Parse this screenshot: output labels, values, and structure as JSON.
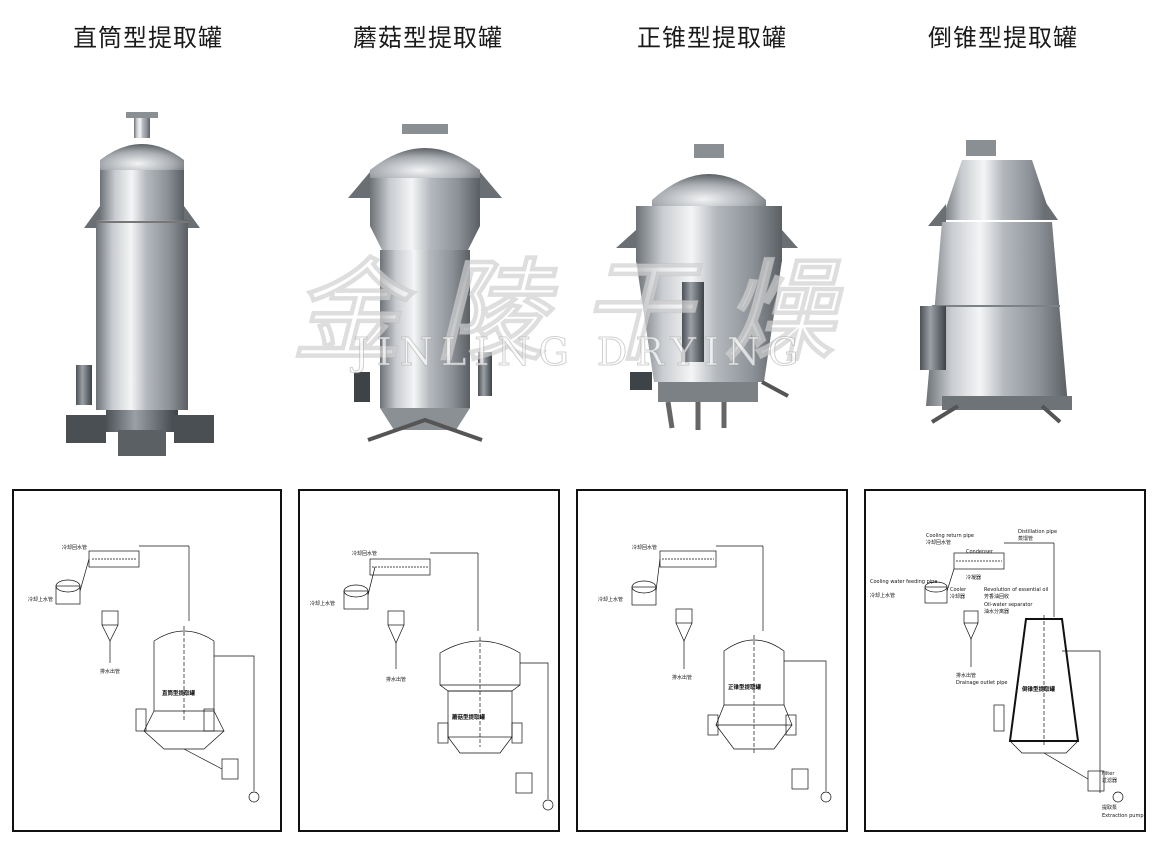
{
  "titles": {
    "straight": "直筒型提取罐",
    "mushroom": "蘑菇型提取罐",
    "cone": "正锥型提取罐",
    "inverted": "倒锥型提取罐"
  },
  "watermark": {
    "chinese": "金陵干燥",
    "english": "JINLING DRYING"
  },
  "diagrams": {
    "straight": {
      "cooling_return": "冷却回水管",
      "cooling_supply": "冷却上水管",
      "drain": "排水出管",
      "tank": "直筒型提取罐"
    },
    "mushroom": {
      "cooling_return": "冷却回水管",
      "cooling_supply": "冷却上水管",
      "drain": "排水出管",
      "tank": "蘑菇型提取罐"
    },
    "cone": {
      "cooling_return": "冷却回水管",
      "cooling_supply": "冷却上水管",
      "drain": "排水出管",
      "tank": "正锥型提取罐"
    },
    "inverted": {
      "cooling_return_en": "Cooling return pipe",
      "cooling_return": "冷却回水管",
      "condenser_en": "Condenser",
      "condenser": "冷凝器",
      "distillation_en": "Distillation pipe",
      "distillation": "蒸馏管",
      "cooling_supply_en": "Cooling water feeding pipe",
      "cooling_supply": "冷却上水管",
      "cooler_en": "Cooler",
      "cooler": "冷却器",
      "oil_return_en": "Revolution of essential oil",
      "oil_return": "芳香油回收",
      "oil_sep_en": "Oil-water separator",
      "oil_sep": "油水分离器",
      "drain": "排水出管",
      "drain_en": "Drainage outlet pipe",
      "tank": "倒锥型提取罐",
      "filter_en": "Filter",
      "filter": "过滤器",
      "pump_en": "Extraction pump",
      "pump": "提取泵"
    }
  }
}
